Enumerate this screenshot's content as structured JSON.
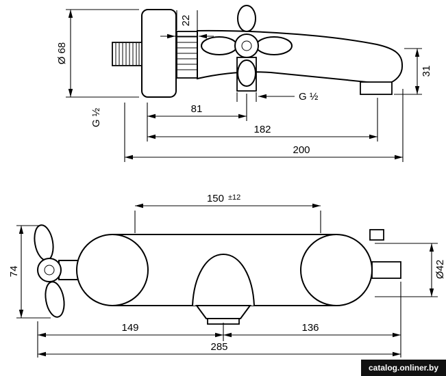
{
  "watermark": {
    "label": "catalog.onliner.by"
  },
  "side_view": {
    "dim_plate_diameter": "Ø 68",
    "dim_adapter_length": "22",
    "inlet_thread": "G ½",
    "dim_wall_to_handle": "81",
    "outlet_thread": "G ½",
    "dim_wall_to_outlet": "182",
    "dim_projection": "200",
    "dim_spout_height": "31"
  },
  "front_view": {
    "dim_connections": "150",
    "dim_connections_tolerance": "±12",
    "dim_handle_height": "74",
    "dim_body_diameter": "Ø42",
    "dim_left_to_spout": "149",
    "dim_spout_to_right": "136",
    "dim_overall_width": "285"
  }
}
